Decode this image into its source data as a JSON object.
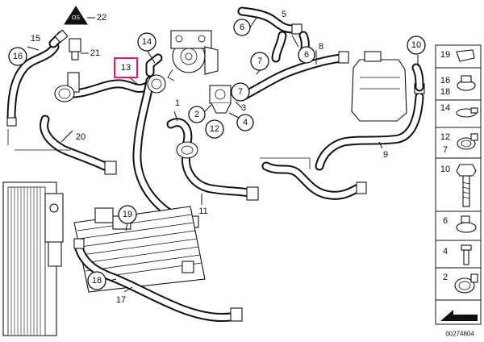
{
  "callouts": {
    "c13": "13",
    "c14": "14",
    "c15": "15",
    "c16": "16",
    "c21": "21",
    "c22": "22",
    "c1": "1",
    "c2": "2",
    "c3": "3",
    "c4": "4",
    "c5": "5",
    "c6a": "6",
    "c6b": "6",
    "c7a": "7",
    "c7b": "7",
    "c8": "8",
    "c9": "9",
    "c10": "10",
    "c11": "11",
    "c12": "12",
    "c17": "17",
    "c18": "18",
    "c19": "19",
    "c20": "20"
  },
  "sidebar": {
    "s19": "19",
    "s16": "16",
    "s18": "18",
    "s14": "14",
    "s12": "12",
    "s7": "7",
    "s10": "10",
    "s6": "6",
    "s4": "4",
    "s2": "2"
  },
  "warning_label": "OS",
  "reference_code": "00274804"
}
